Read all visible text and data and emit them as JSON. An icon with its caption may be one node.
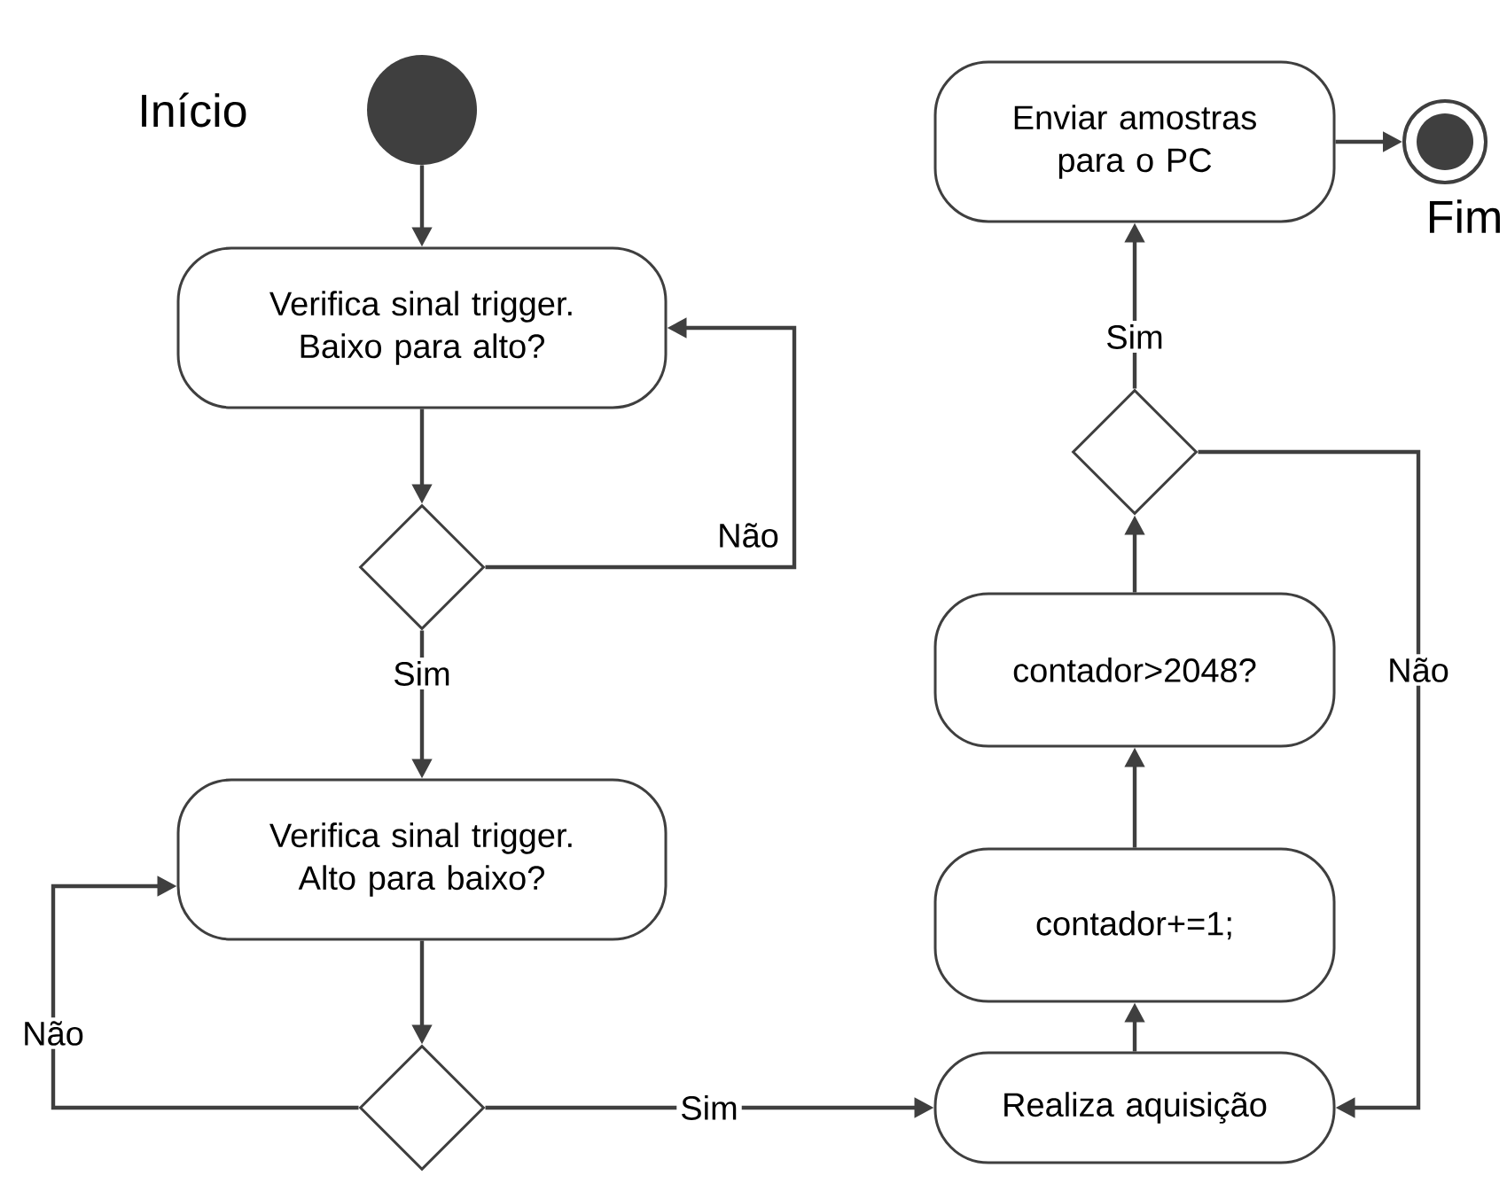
{
  "diagram": {
    "nodes": [
      {
        "text": [],
        "shape": "circle",
        "beside": [
          "Início"
        ]
      },
      {
        "text": [
          "Verifica sinal trigger. Baixo para alto?"
        ]
      },
      {
        "text": [],
        "shape": "diamond"
      },
      {
        "text": [
          "Verifica sinal trigger. Alto para baixo?"
        ]
      },
      {
        "text": [],
        "shape": "diamond"
      },
      {
        "text": [
          "Realiza aquisição"
        ]
      },
      {
        "text": [
          "contador+=1;"
        ]
      },
      {
        "text": [
          "contador>2048?"
        ]
      },
      {
        "text": [],
        "shape": "diamond"
      },
      {
        "text": [
          "Enviar amostras para o PC"
        ]
      },
      {
        "text": [],
        "shape": "circle",
        "beside": [
          "Fim"
        ]
      }
    ],
    "edges": [
      {
        "from": 0,
        "to": 1,
        "arrow": "to"
      },
      {
        "from": 1,
        "to": 2,
        "arrow": "to"
      },
      {
        "from": 2,
        "to": 1,
        "arrow": "to",
        "label": "Não"
      },
      {
        "from": 2,
        "to": 3,
        "arrow": "to",
        "label": "Sim"
      },
      {
        "from": 3,
        "to": 4,
        "arrow": "to"
      },
      {
        "from": 4,
        "to": 3,
        "arrow": "to",
        "label": "Não"
      },
      {
        "from": 4,
        "to": 5,
        "arrow": "to",
        "label": "Sim"
      },
      {
        "from": 5,
        "to": 6,
        "arrow": "to"
      },
      {
        "from": 6,
        "to": 7,
        "arrow": "to"
      },
      {
        "from": 7,
        "to": 8,
        "arrow": "to"
      },
      {
        "from": 8,
        "to": 9,
        "arrow": "to",
        "label": "Sim"
      },
      {
        "from": 8,
        "to": 5,
        "arrow": "to",
        "label": "Não"
      },
      {
        "from": 9,
        "to": 10,
        "arrow": "to"
      }
    ]
  }
}
